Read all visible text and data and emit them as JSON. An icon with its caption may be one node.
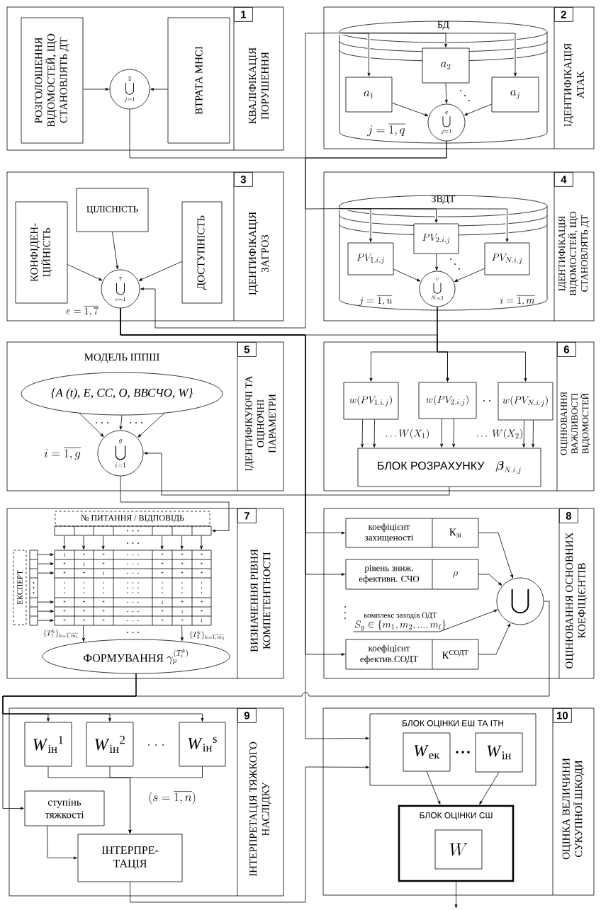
{
  "diagram": {
    "nodes": [
      {
        "text": [
          "1",
          "КВАЛІФІКАЦІЯ ПОРУШЕННЯ"
        ]
      },
      {
        "text": [
          "РОЗГОЛОШЕННЯ ВІДОМОСТЕЙ, ЩО СТАНОВЛЯТЬ ДТ"
        ],
        "in": 0
      },
      {
        "text": [
          "\\bigcup_{j=1}^{2}"
        ],
        "in": 0
      },
      {
        "text": [
          "ВТРАТА МНСІ"
        ],
        "in": 0
      },
      {
        "text": [
          "2",
          "ІДЕНТИФІКАЦІЯ АТАК"
        ]
      },
      {
        "text": [
          "БД"
        ],
        "in": 4
      },
      {
        "text": [
          "a_{2}"
        ],
        "in": 5
      },
      {
        "text": [
          "a_{1}"
        ],
        "in": 5
      },
      {
        "text": [
          "a_{j}"
        ],
        "in": 5
      },
      {
        "text": [
          "\\bigcup_{j=1}^{q}"
        ],
        "in": 5
      },
      {
        "text": [
          "3",
          "ІДЕНТИФІКАЦІЯ ЗАГРОЗ"
        ]
      },
      {
        "text": [
          "ЦІЛІСНІСТЬ"
        ],
        "in": 10
      },
      {
        "text": [
          "КОНФІДЕН- ЦІЙНІСТЬ"
        ],
        "in": 10
      },
      {
        "text": [
          "ДОСТУПНІСТЬ"
        ],
        "in": 10
      },
      {
        "text": [
          "\\bigcup_{e=1}^{7}"
        ],
        "in": 10
      },
      {
        "text": [
          "4",
          "ІДЕНТИФІКАЦІЯ ВІДОМОСТЕЙ, ЩО СТАНОВЛЯТЬ ДТ"
        ]
      },
      {
        "text": [
          "ЗВДТ"
        ],
        "in": 15
      },
      {
        "text": [
          "PV_{2.i.j}"
        ],
        "in": 16
      },
      {
        "text": [
          "PV_{1.i.j}"
        ],
        "in": 16
      },
      {
        "text": [
          "PV_{N.i.j}"
        ],
        "in": 16
      },
      {
        "text": [
          "\\bigcup_{N=1}^{v}"
        ],
        "in": 16
      },
      {
        "text": [
          "5",
          "ІДЕНТИФІКУЮЧІ ТА ОЦІНОЧНІ ПАРАМЕТРИ"
        ]
      },
      {
        "text": [
          "МОДЕЛЬ ІППШ",
          "{A (t), E, CC, O, ВВСЧО, W}"
        ],
        "in": 21
      },
      {
        "text": [
          "\\bigcup_{i=1}^{g}"
        ],
        "in": 21
      },
      {
        "text": [
          "6",
          "ОЦІНЮВАННЯ ВАЖЛИВОСТІ ВІДОМОСТЕЙ"
        ]
      },
      {
        "text": [
          "w(PV_{1.i.j})"
        ],
        "in": 24
      },
      {
        "text": [
          "w(PV_{2.i.j})"
        ],
        "in": 24
      },
      {
        "text": [
          "w(PV_{N.i.j})"
        ],
        "in": 24
      },
      {
        "text": [
          "БЛОК РОЗРАХУНКУ",
          "\\boldsymbol{\\beta}_{N.i.j}"
        ],
        "in": 24
      },
      {
        "text": [
          "7",
          "ВИЗНАЧЕННЯ РІВНЯ КОМПЕТЕНТНОСТІ"
        ]
      },
      {
        "text": [
          "№ ПИТАННЯ / ВІДПОВІДЬ"
        ],
        "in": 29
      },
      {
        "text": [],
        "shape": "box",
        "in": 29
      },
      {
        "text": [
          "ЕКСПЕРТ"
        ],
        "in": 29
      },
      {
        "text": [],
        "shape": "box",
        "in": 29
      },
      {
        "text": [],
        "shape": "box",
        "in": 29
      },
      {
        "text": [
          "ФОРМУВАННЯ",
          "\\gamma_p^{(T_i^k)}"
        ],
        "in": 29
      },
      {
        "text": [
          "8",
          "ОЦІНЮВАННЯ ОСНОВНИХ КОЕФІЦІЄНТІВ"
        ]
      },
      {
        "text": [
          "коефіцієнт захищеності",
          "К$_{зі}$"
        ],
        "in": 36
      },
      {
        "text": [
          "рівень зниж. ефективн. СЧО",
          "\\rho"
        ],
        "in": 36
      },
      {
        "text": [
          "комплекс заходів ОДТ",
          "S_g \\in \\{m_1, m_2, ..., m_l\\}"
        ],
        "in": 36
      },
      {
        "text": [
          "коефіцієнт ефектив.СОДТ",
          "К$^{СОДТ}$"
        ],
        "in": 36
      },
      {
        "text": [
          "\\bigcup"
        ],
        "in": 36
      },
      {
        "text": [
          "9",
          "ІНТЕРПРЕТАЦІЯ ТЯЖКОГО НАСЛІДКУ"
        ]
      },
      {
        "text": [
          "*W*$_{ін}$$^{1}$"
        ],
        "in": 42
      },
      {
        "text": [
          "*W*$_{ін}$$^{2}$"
        ],
        "in": 42
      },
      {
        "text": [
          "*W*$_{ін}$$^{s}$"
        ],
        "in": 42
      },
      {
        "text": [
          "ступінь тяжкості"
        ],
        "in": 42
      },
      {
        "text": [
          "ІНТЕРПРЕ- ТАЦІЯ"
        ],
        "in": 42
      },
      {
        "text": [
          "10",
          "ОЦІНКА ВЕЛИЧИНИ СУКУПНОЇ ШКОДИ"
        ]
      },
      {
        "text": [
          "БЛОК ОЦІНКИ ЕШ ТА ІТН"
        ],
        "in": 48
      },
      {
        "text": [
          "*W*$_{ек}$"
        ],
        "in": 49
      },
      {
        "text": [
          "*W*$_{ін}$"
        ],
        "in": 49
      },
      {
        "text": [
          "БЛОК ОЦІНКИ СШ"
        ],
        "in": 48
      },
      {
        "text": [
          "W"
        ],
        "in": 52
      }
    ],
    "edges": [
      {
        "from": 1,
        "to": 2,
        "arrow": "to"
      },
      {
        "from": 3,
        "to": 2,
        "arrow": "to"
      },
      {
        "from": 2,
        "to": 5,
        "arrow": "none"
      },
      {
        "from": 5,
        "to": 7,
        "arrow": "to"
      },
      {
        "from": 5,
        "to": 8,
        "arrow": "to"
      },
      {
        "from": 7,
        "to": 9,
        "arrow": "to"
      },
      {
        "from": 6,
        "to": 9,
        "arrow": "to"
      },
      {
        "from": 8,
        "to": 9,
        "arrow": "to"
      },
      {
        "from": 9,
        "to": 16,
        "arrow": "none"
      },
      {
        "from": 16,
        "to": 17,
        "arrow": "to"
      },
      {
        "from": 16,
        "to": 19,
        "arrow": "to"
      },
      {
        "from": 9,
        "to": 14,
        "arrow": "to"
      },
      {
        "from": 12,
        "to": 14,
        "arrow": "to"
      },
      {
        "from": 11,
        "to": 14,
        "arrow": "to"
      },
      {
        "from": 13,
        "to": 14,
        "arrow": "to"
      },
      {
        "from": 18,
        "to": 20,
        "arrow": "to"
      },
      {
        "from": 17,
        "to": 20,
        "arrow": "to"
      },
      {
        "from": 19,
        "to": 20,
        "arrow": "to"
      },
      {
        "from": 20,
        "to": 25,
        "arrow": "to"
      },
      {
        "from": 20,
        "to": 26,
        "arrow": "to"
      },
      {
        "from": 20,
        "to": 27,
        "arrow": "to"
      },
      {
        "from": 14,
        "to": 26,
        "arrow": "to"
      },
      {
        "from": 25,
        "to": 28,
        "arrow": "to"
      },
      {
        "from": 25,
        "to": 28,
        "arrow": "to"
      },
      {
        "from": 26,
        "to": 28,
        "arrow": "to"
      },
      {
        "from": 26,
        "to": 28,
        "arrow": "to"
      },
      {
        "from": 27,
        "to": 28,
        "arrow": "to"
      },
      {
        "from": 27,
        "to": 28,
        "arrow": "to"
      },
      {
        "from": 28,
        "to": 23,
        "arrow": "to"
      },
      {
        "from": 22,
        "to": 23,
        "arrow": "to"
      },
      {
        "from": 22,
        "to": 23,
        "arrow": "to"
      },
      {
        "from": 22,
        "to": 23,
        "arrow": "to"
      },
      {
        "from": 23,
        "to": 31,
        "arrow": "to"
      },
      {
        "from": 31,
        "to": 34,
        "arrow": "to"
      },
      {
        "from": 31,
        "to": 34,
        "arrow": "to"
      },
      {
        "from": 31,
        "to": 34,
        "arrow": "to"
      },
      {
        "from": 31,
        "to": 34,
        "arrow": "to"
      },
      {
        "from": 31,
        "to": 34,
        "arrow": "to"
      },
      {
        "from": 31,
        "to": 34,
        "arrow": "to"
      },
      {
        "from": 33,
        "to": 34,
        "arrow": "to"
      },
      {
        "from": 33,
        "to": 34,
        "arrow": "to"
      },
      {
        "from": 33,
        "to": 34,
        "arrow": "to"
      },
      {
        "from": 33,
        "to": 34,
        "arrow": "to"
      },
      {
        "from": 33,
        "to": 34,
        "arrow": "to"
      },
      {
        "from": 33,
        "to": 34,
        "arrow": "to"
      },
      {
        "from": 34,
        "to": 35,
        "arrow": "to",
        "label": "\\{T_1^k\\}_{k=\\overline{1,m_1}}"
      },
      {
        "from": 34,
        "to": 35,
        "arrow": "to",
        "label": "\\{T_3^k\\}_{k=\\overline{1,m_3}}"
      },
      {
        "from": 35,
        "to": 43,
        "arrow": "to"
      },
      {
        "from": 35,
        "to": 44,
        "arrow": "to"
      },
      {
        "from": 35,
        "to": 45,
        "arrow": "to"
      },
      {
        "from": 41,
        "to": 46,
        "arrow": "to"
      },
      {
        "from": 43,
        "to": 47,
        "arrow": "to"
      },
      {
        "from": 44,
        "to": 47,
        "arrow": "to"
      },
      {
        "from": 45,
        "to": 47,
        "arrow": "to"
      },
      {
        "from": 46,
        "to": 47,
        "arrow": "to"
      },
      {
        "from": 47,
        "to": 49,
        "arrow": "to"
      },
      {
        "from": 14,
        "to": 37,
        "arrow": "to"
      },
      {
        "from": 14,
        "to": 38,
        "arrow": "to"
      },
      {
        "from": 14,
        "to": 40,
        "arrow": "to"
      },
      {
        "from": 14,
        "to": 49,
        "arrow": "to"
      },
      {
        "from": 37,
        "to": 41,
        "arrow": "to"
      },
      {
        "from": 38,
        "to": 41,
        "arrow": "to"
      },
      {
        "from": 39,
        "to": 41,
        "arrow": "to"
      },
      {
        "from": 40,
        "to": 41,
        "arrow": "to"
      },
      {
        "from": 50,
        "to": 52,
        "arrow": "to"
      },
      {
        "from": 51,
        "to": 52,
        "arrow": "to"
      },
      {
        "from": 52,
        "to": null,
        "arrow": "to"
      },
      {
        "from": 5,
        "to": 6,
        "arrow": "to"
      },
      {
        "from": 16,
        "to": 18,
        "arrow": "to"
      }
    ],
    "labels": [
      "j = \\overline{1, q}",
      "e = \\overline{1,7}",
      "j = \\overline{1,u}",
      "i = \\overline{1,m}",
      "i = \\overline{1,g}",
      "\\ldots W(X_1)",
      "\\ldots\\ W(X_2)",
      "1",
      "*",
      "*",
      "*",
      "*",
      "*",
      "*",
      "1",
      "*",
      "*",
      "*",
      "*",
      "*",
      "*",
      "1",
      "*",
      "*",
      "*",
      "*",
      "*",
      "*",
      "1",
      "*",
      "*",
      "*",
      "*",
      "*",
      "*",
      "1",
      "*",
      "*",
      "*",
      "*",
      "*",
      "*",
      "1",
      "(s = \\overline{1,n})"
    ]
  }
}
